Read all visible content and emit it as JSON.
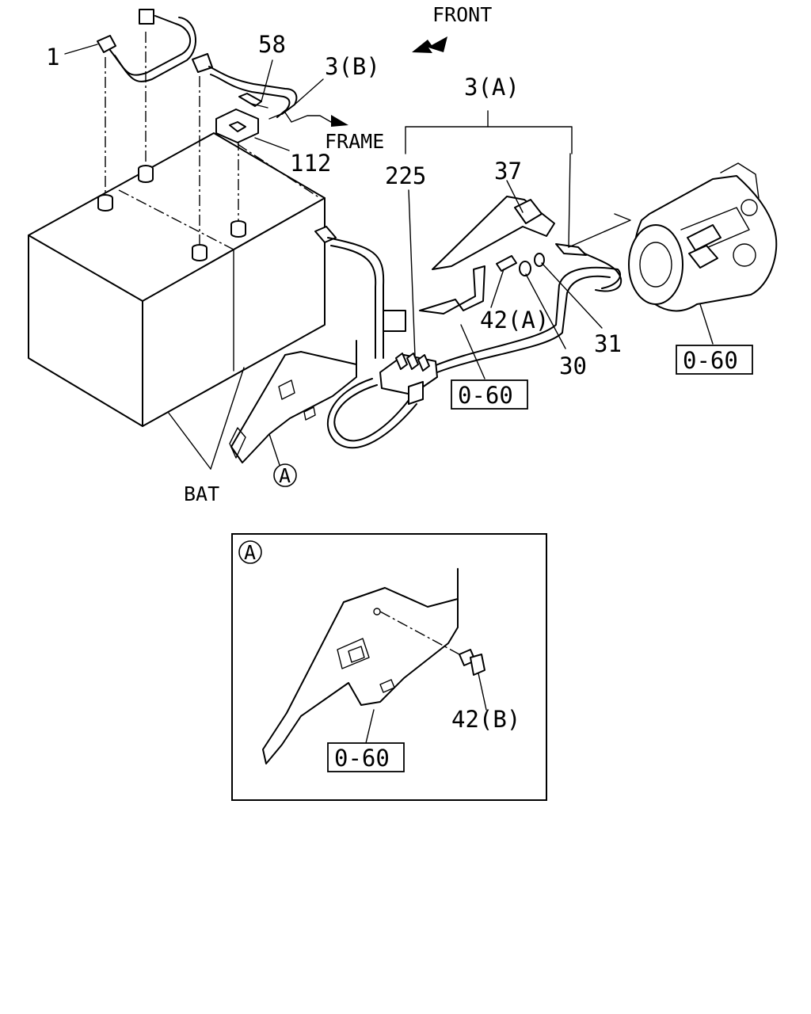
{
  "callouts": {
    "front": "FRONT",
    "frame": "FRAME",
    "bat": "BAT",
    "p1": "1",
    "p58": "58",
    "p3b": "3(B)",
    "p3a": "3(A)",
    "p112": "112",
    "p225": "225",
    "p37": "37",
    "p42a": "42(A)",
    "p30": "30",
    "p31": "31",
    "p42b": "42(B)",
    "ref_main": "0-60",
    "ref_starter": "0-60",
    "ref_detail": "0-60",
    "circle_a": "A",
    "detail_a": "A"
  }
}
